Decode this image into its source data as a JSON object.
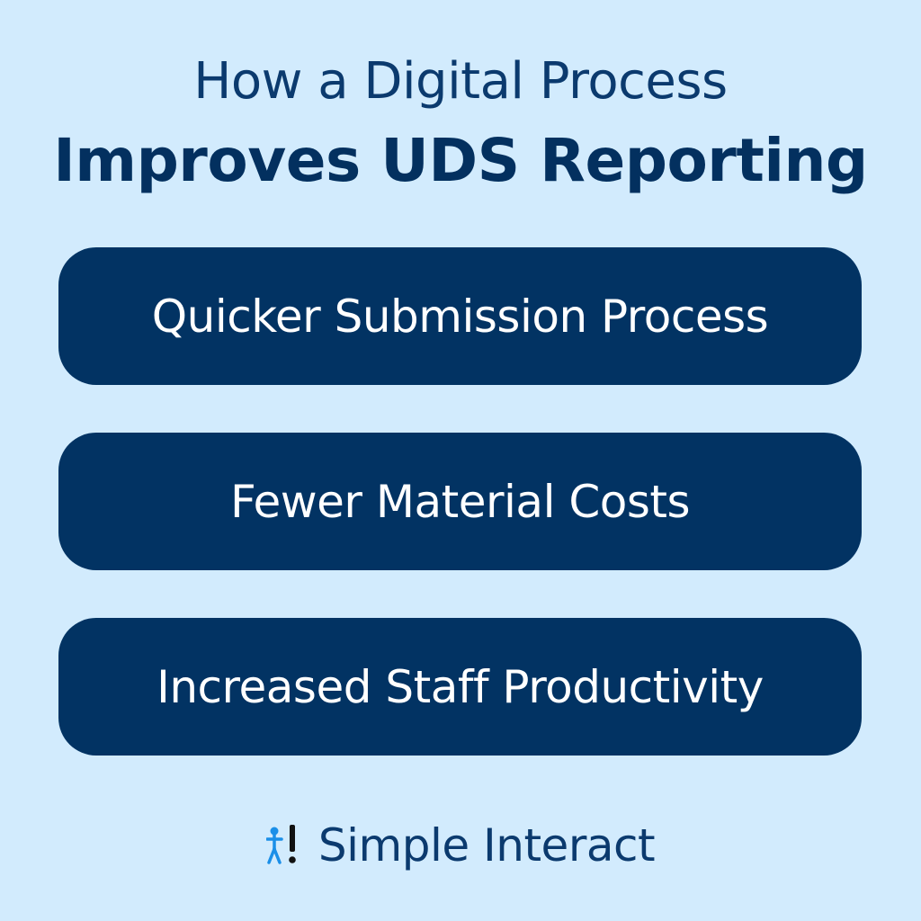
{
  "title": {
    "line1": "How a Digital Process",
    "line2": "Improves UDS Reporting"
  },
  "cards": [
    {
      "label": "Quicker Submission Process"
    },
    {
      "label": "Fewer Material Costs"
    },
    {
      "label": "Increased Staff Productivity"
    }
  ],
  "footer": {
    "logo_icon": "person-exclamation-icon",
    "brand": "Simple Interact"
  },
  "colors": {
    "background": "#d2ebfd",
    "card": "#023363",
    "title": "#03305f",
    "logo_person": "#1a8fe8"
  }
}
